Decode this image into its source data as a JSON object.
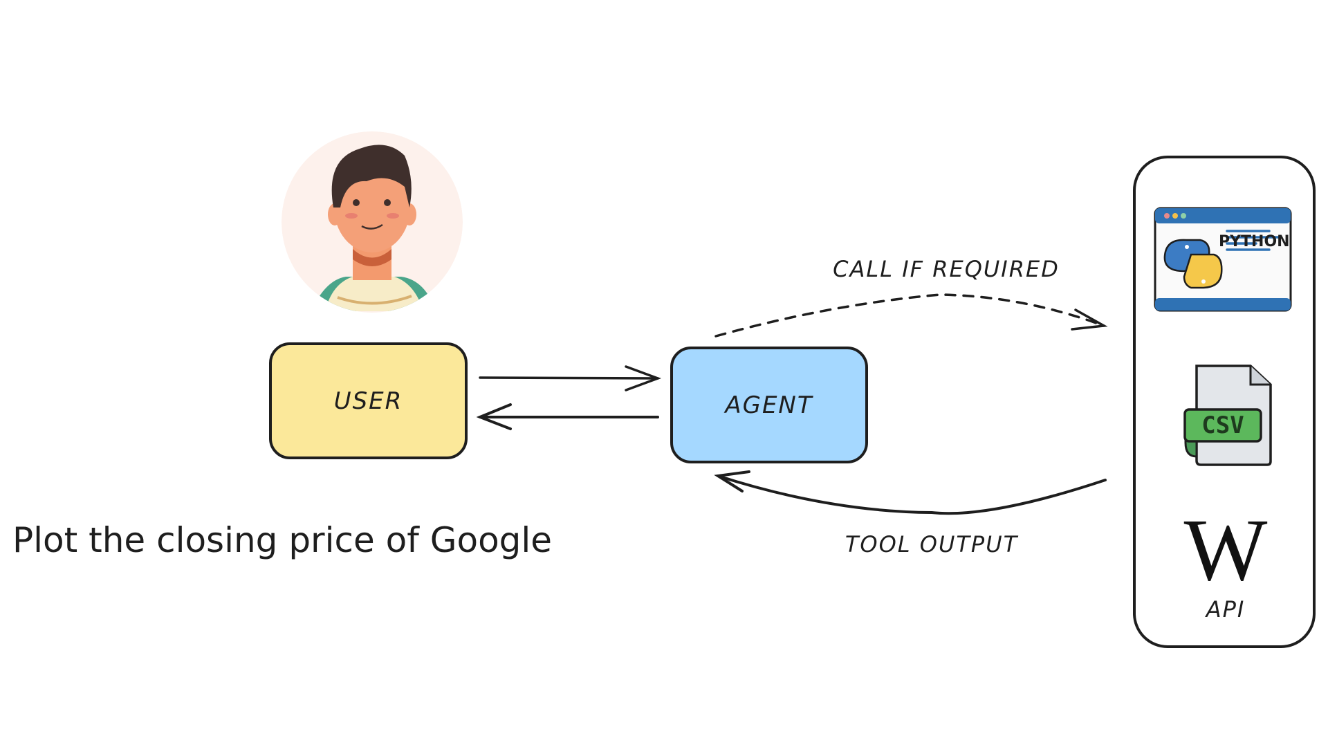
{
  "nodes": {
    "user": "USER",
    "agent": "AGENT"
  },
  "edges": {
    "call": "CALL IF REQUIRED",
    "output": "TOOL OUTPUT"
  },
  "prompt": "Plot the closing price of Google",
  "tools": {
    "python": "PYTHON",
    "csv": "CSV",
    "wiki_logo": "W",
    "api": "API"
  },
  "colors": {
    "user_fill": "#fbe89a",
    "agent_fill": "#a5d8ff",
    "python_blue": "#2f72b4",
    "csv_green": "#5cb85c"
  }
}
